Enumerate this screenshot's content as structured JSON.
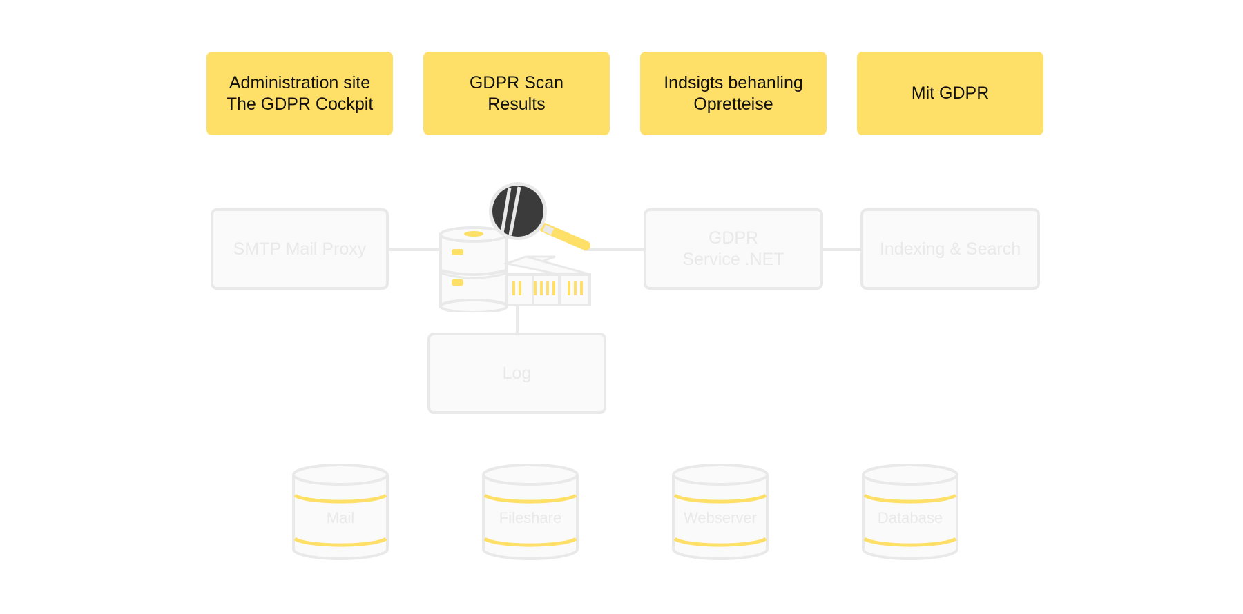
{
  "top_boxes": [
    {
      "line1": "Administration site",
      "line2": "The GDPR Cockpit"
    },
    {
      "line1": "GDPR Scan",
      "line2": "Results"
    },
    {
      "line1": "Indsigts behanling",
      "line2": "Opretteise"
    },
    {
      "line1": "Mit GDPR",
      "line2": ""
    }
  ],
  "services": {
    "smtp": "SMTP Mail Proxy",
    "gdpr_line1": "GDPR",
    "gdpr_line2": "Service .NET",
    "indexing": "Indexing & Search",
    "log": "Log"
  },
  "data_sources": [
    "Mail",
    "Fileshare",
    "Webserver",
    "Database"
  ],
  "colors": {
    "accent": "#fedf68",
    "ghost": "#e9e9e9",
    "dark": "#3b3b3b"
  },
  "icons": [
    "server-icon",
    "database-icon",
    "magnifier-icon"
  ]
}
